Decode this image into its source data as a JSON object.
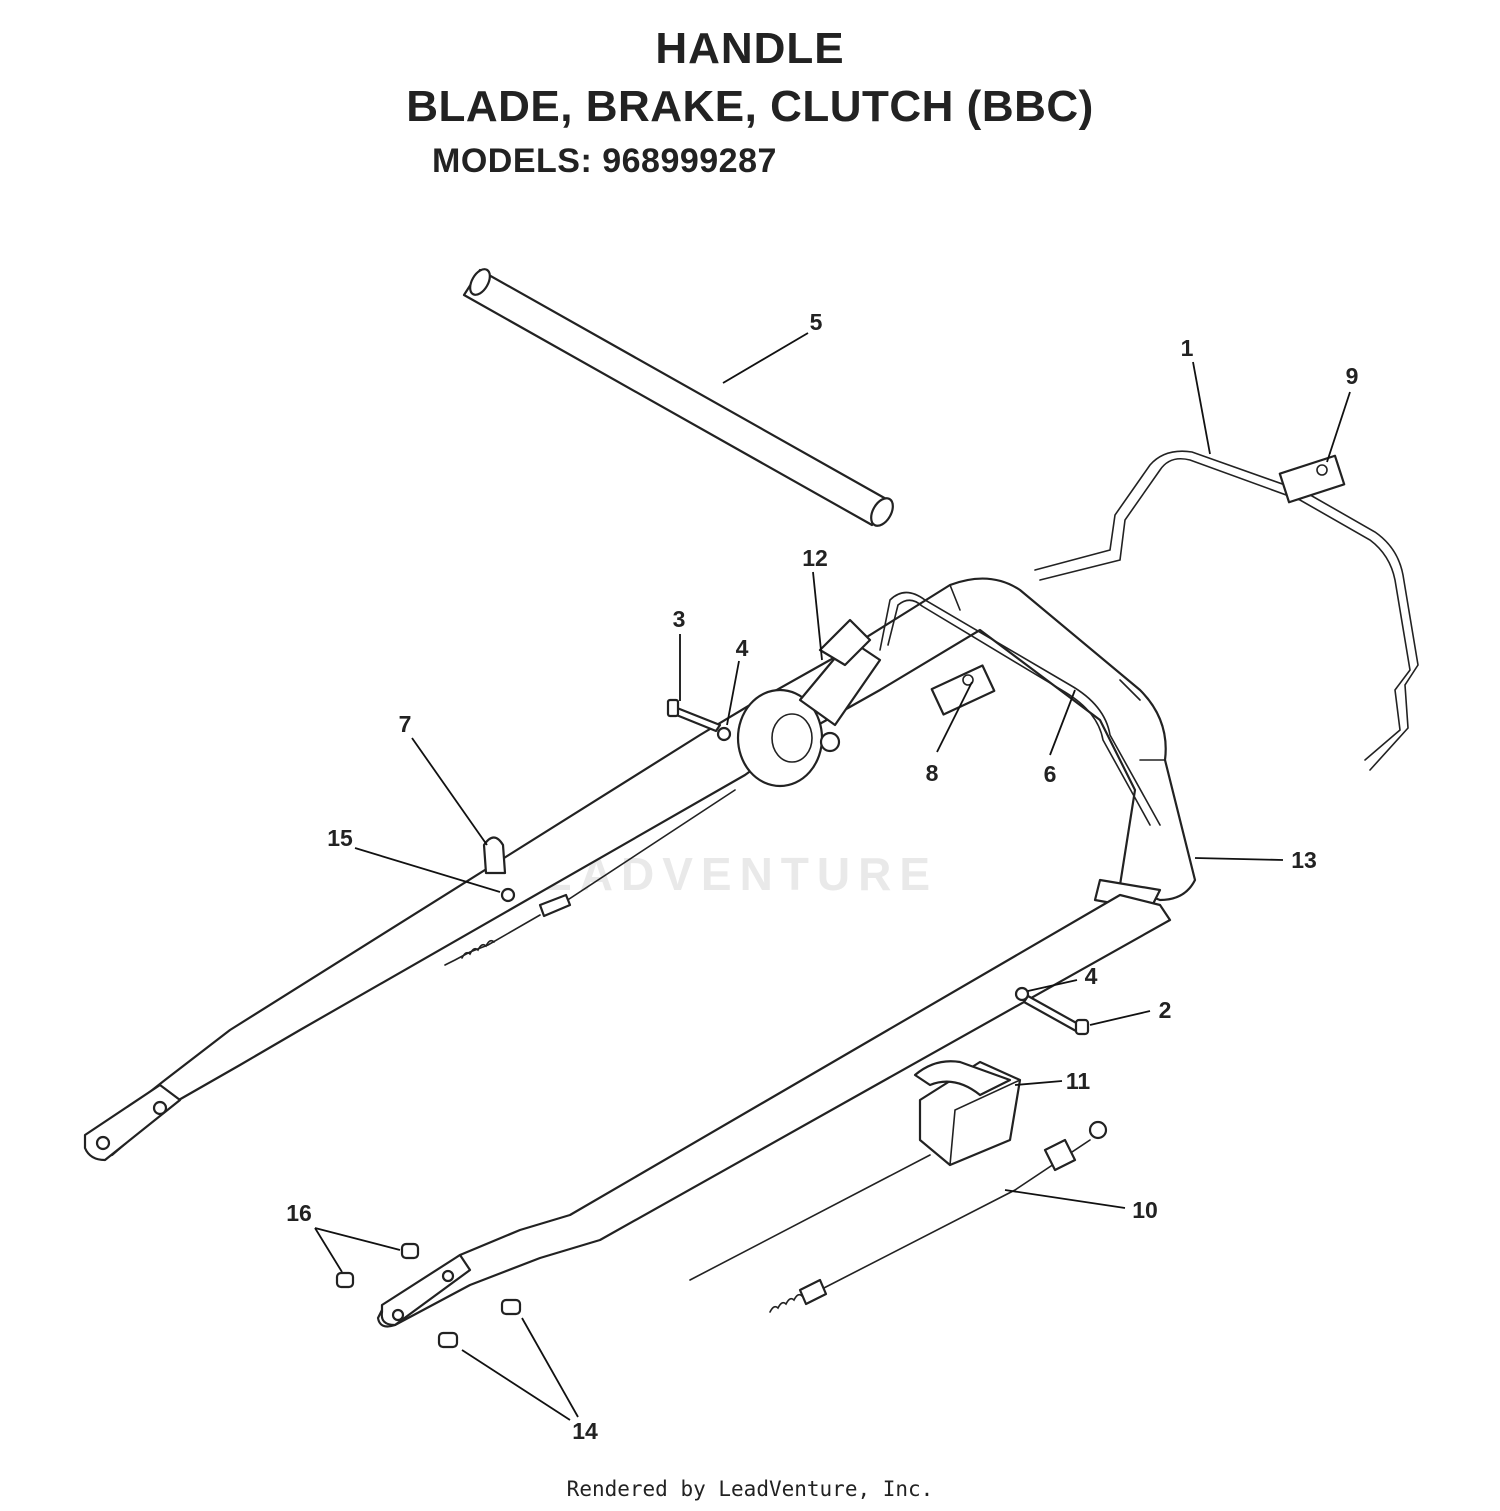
{
  "header": {
    "title": "HANDLE",
    "subtitle": "BLADE, BRAKE, CLUTCH (BBC)",
    "models": "MODELS:  968999287"
  },
  "watermark": "LEADVENTURE",
  "footer": "Rendered by LeadVenture, Inc.",
  "callouts": {
    "c1": "1",
    "c2": "2",
    "c3": "3",
    "c4a": "4",
    "c4b": "4",
    "c5": "5",
    "c6": "6",
    "c7": "7",
    "c8": "8",
    "c9": "9",
    "c10": "10",
    "c11": "11",
    "c12": "12",
    "c13": "13",
    "c14": "14",
    "c15": "15",
    "c16": "16"
  }
}
